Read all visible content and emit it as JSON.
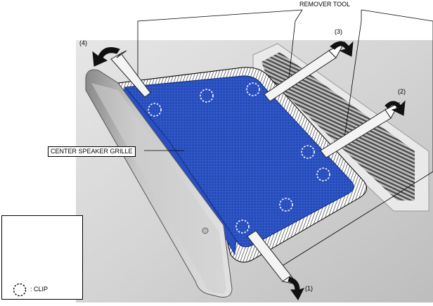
{
  "labels": {
    "remover_tool": "REMOVER TOOL",
    "center_speaker_grille": "CENTER SPEAKER GRILLE",
    "step_1": "(1)",
    "step_2": "(2)",
    "step_3": "(3)",
    "step_4": "(4)"
  },
  "legend": {
    "clip_label": ": CLIP",
    "clip_icon": "dashed-circle-icon"
  },
  "colors": {
    "grille_blue": "#2f56c8",
    "panel_gray": "#d9d9d9",
    "tool_white": "#f4f4f4",
    "arrow_black": "#111111"
  }
}
